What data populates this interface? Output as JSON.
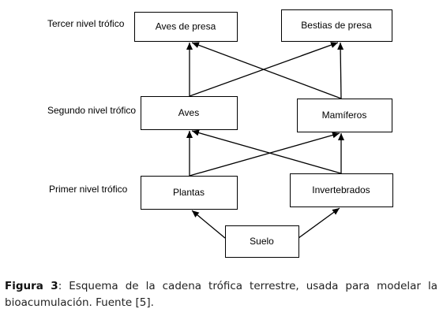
{
  "diagram": {
    "levels": [
      {
        "id": "tercer",
        "label": "Tercer nivel trófico"
      },
      {
        "id": "segundo",
        "label": "Segundo nivel trófico"
      },
      {
        "id": "primer",
        "label": "Primer nivel trófico"
      }
    ],
    "nodes": [
      {
        "id": "aves_presa",
        "label": "Aves de presa"
      },
      {
        "id": "bestias_presa",
        "label": "Bestias de presa"
      },
      {
        "id": "aves",
        "label": "Aves"
      },
      {
        "id": "mamiferos",
        "label": "Mamíferos"
      },
      {
        "id": "plantas",
        "label": "Plantas"
      },
      {
        "id": "invertebrados",
        "label": "Invertebrados"
      },
      {
        "id": "suelo",
        "label": "Suelo"
      }
    ],
    "edges": [
      {
        "from": "aves",
        "to": "aves_presa"
      },
      {
        "from": "aves",
        "to": "bestias_presa"
      },
      {
        "from": "mamiferos",
        "to": "aves_presa"
      },
      {
        "from": "mamiferos",
        "to": "bestias_presa"
      },
      {
        "from": "plantas",
        "to": "aves"
      },
      {
        "from": "plantas",
        "to": "mamiferos"
      },
      {
        "from": "invertebrados",
        "to": "aves"
      },
      {
        "from": "invertebrados",
        "to": "mamiferos"
      },
      {
        "from": "suelo",
        "to": "plantas"
      },
      {
        "from": "suelo",
        "to": "invertebrados"
      }
    ]
  },
  "caption": {
    "label": "Figura 3",
    "text": ": Esquema de la cadena trófica terrestre, usada para modelar la bioacumulación. Fuente [5]."
  }
}
